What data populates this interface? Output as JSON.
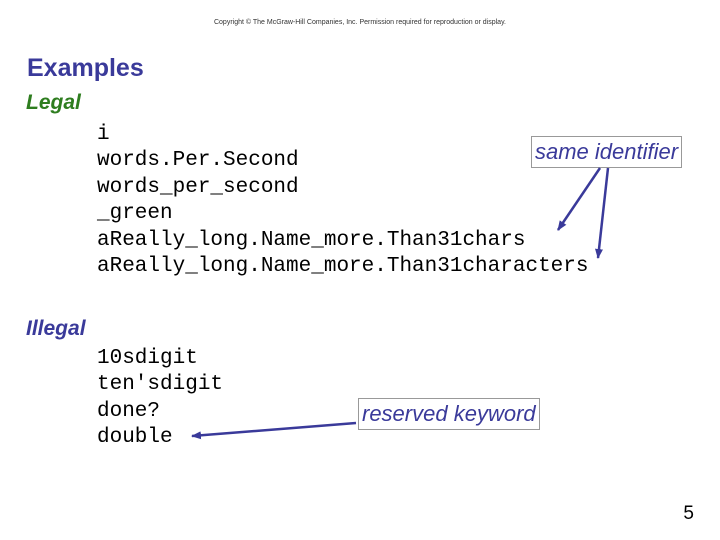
{
  "copyright": "Copyright © The McGraw-Hill Companies, Inc. Permission required for reproduction or display.",
  "title": "Examples",
  "legal": {
    "label": "Legal",
    "items": [
      "i",
      "words.Per.Second",
      "words_per_second",
      "_green",
      "aReally_long.Name_more.Than31chars",
      "aReally_long.Name_more.Than31characters"
    ]
  },
  "illegal": {
    "label": "Illegal",
    "items": [
      "10sdigit",
      "ten'sdigit",
      "done?",
      "double"
    ]
  },
  "callouts": {
    "same_identifier": "same identifier",
    "reserved_keyword": "reserved keyword"
  },
  "page_number": "5",
  "colors": {
    "title": "#3a3a9a",
    "legal_label": "#2e7d1f",
    "callout_text": "#3a3a9a",
    "arrow": "#3a3a9a"
  }
}
